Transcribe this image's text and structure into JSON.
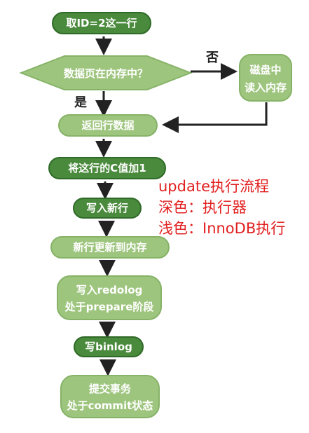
{
  "colors": {
    "dark": "#4a8a3c",
    "light": "#9ec57e",
    "dark_stroke": "#2f6a28",
    "light_stroke": "#86b367",
    "arrow": "#222222",
    "legend": "#e22020"
  },
  "nodes": {
    "n1": {
      "text": "取ID=2这一行"
    },
    "n2": {
      "text": "数据页在内存中？"
    },
    "n3": {
      "line1": "磁盘中",
      "line2": "读入内存"
    },
    "n4": {
      "text": "返回行数据"
    },
    "n5": {
      "text": "将这行的C值加1"
    },
    "n6": {
      "text": "写入新行"
    },
    "n7": {
      "text": "新行更新到内存"
    },
    "n8": {
      "line1": "写入redolog",
      "line2": "处于prepare阶段"
    },
    "n9": {
      "text": "写binlog"
    },
    "n10": {
      "line1": "提交事务",
      "line2": "处于commit状态"
    }
  },
  "edges": {
    "no_label": "否",
    "yes_label": "是"
  },
  "legend": {
    "title": "update执行流程",
    "dark": "深色：执行器",
    "light": "浅色：InnoDB执行"
  }
}
